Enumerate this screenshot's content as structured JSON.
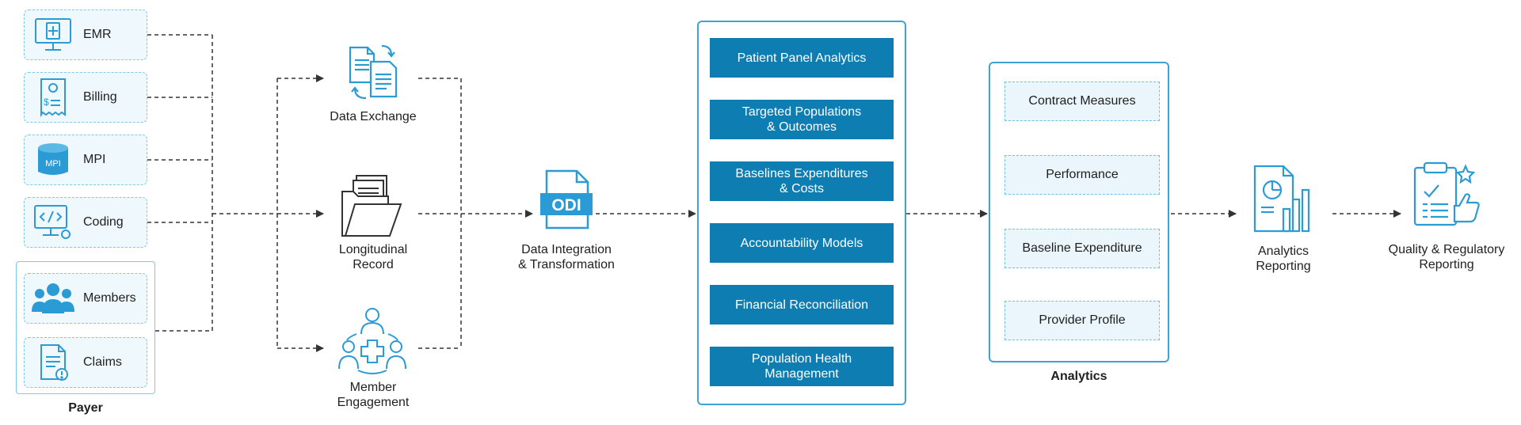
{
  "sources": [
    {
      "label": "EMR",
      "icon": "monitor-medical-icon"
    },
    {
      "label": "Billing",
      "icon": "bill-receipt-icon"
    },
    {
      "label": "MPI",
      "icon": "database-icon",
      "icon_text": "MPI"
    },
    {
      "label": "Coding",
      "icon": "code-monitor-icon"
    }
  ],
  "payer": {
    "items": [
      {
        "label": "Members",
        "icon": "members-group-icon"
      },
      {
        "label": "Claims",
        "icon": "claims-document-icon"
      }
    ],
    "label": "Payer"
  },
  "middle_nodes": [
    {
      "label_1": "Data Exchange",
      "label_2": "",
      "icon": "data-exchange-icon"
    },
    {
      "label_1": "Longitudinal",
      "label_2": "Record",
      "icon": "folder-records-icon"
    },
    {
      "label_1": "Member",
      "label_2": "Engagement",
      "icon": "member-engagement-icon"
    }
  ],
  "odi": {
    "icon_text": "ODI",
    "label_1": "Data Integration",
    "label_2": "& Transformation",
    "icon": "odi-file-icon"
  },
  "capabilities": [
    {
      "line_1": "Patient Panel Analytics",
      "line_2": ""
    },
    {
      "line_1": "Targeted Populations",
      "line_2": "& Outcomes"
    },
    {
      "line_1": "Baselines Expenditures",
      "line_2": "& Costs"
    },
    {
      "line_1": "Accountability Models",
      "line_2": ""
    },
    {
      "line_1": "Financial Reconciliation",
      "line_2": ""
    },
    {
      "line_1": "Population Health",
      "line_2": "Management"
    }
  ],
  "analytics": {
    "items": [
      "Contract Measures",
      "Performance",
      "Baseline Expenditure",
      "Provider Profile"
    ],
    "label": "Analytics"
  },
  "outputs": [
    {
      "label_1": "Analytics",
      "label_2": "Reporting",
      "icon": "analytics-report-icon"
    },
    {
      "label_1": "Quality & Regulatory",
      "label_2": "Reporting",
      "icon": "quality-clipboard-icon"
    }
  ],
  "colors": {
    "accent_blue": "#0e7db2",
    "light_blue": "#3ea3d3",
    "icon_blue": "#2b9bd6",
    "tile_bg": "#eaf6fc"
  }
}
